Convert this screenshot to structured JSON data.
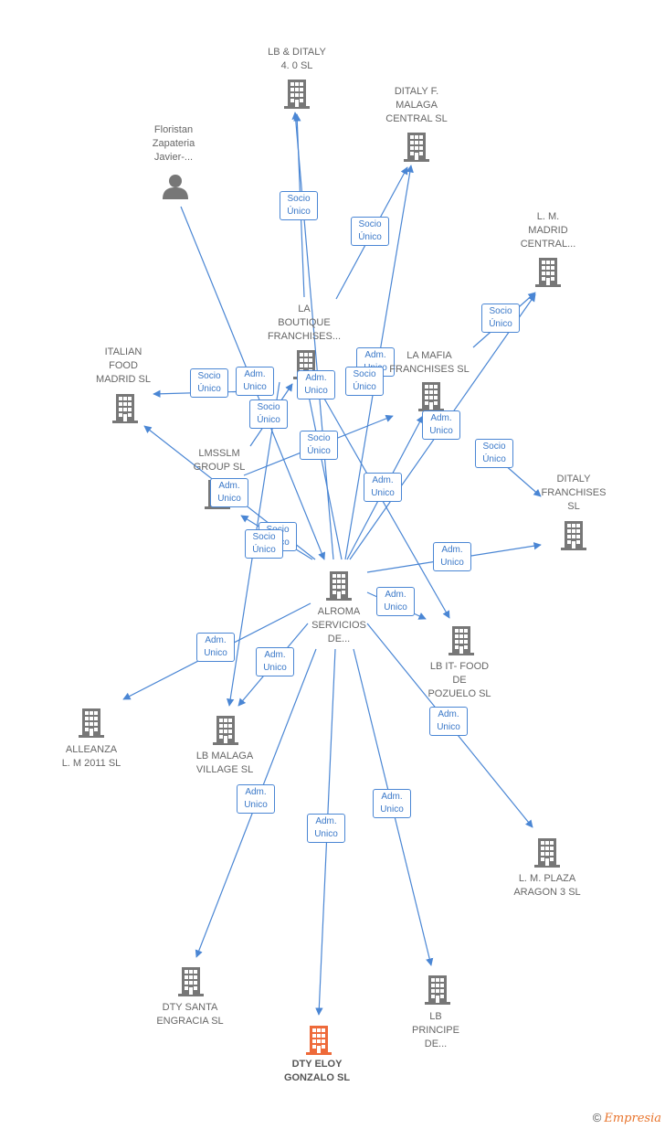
{
  "colors": {
    "edge": "#4a86d4",
    "node": "#777777",
    "highlight": "#ee6a3a"
  },
  "nodes": [
    {
      "id": "lb_ditaly",
      "label": "LB & DITALY\n4. 0  SL",
      "type": "company"
    },
    {
      "id": "ditaly_malaga",
      "label": "DITALY F.\nMALAGA\nCENTRAL  SL",
      "type": "company"
    },
    {
      "id": "floristan",
      "label": "Floristan\nZapateria\nJavier-...",
      "type": "person"
    },
    {
      "id": "lm_madrid",
      "label": "L. M.\nMADRID\nCENTRAL...",
      "type": "company"
    },
    {
      "id": "la_boutique",
      "label": "LA\nBOUTIQUE\nFRANCHISES...",
      "type": "company"
    },
    {
      "id": "italian_food",
      "label": "ITALIAN\nFOOD\nMADRID  SL",
      "type": "company"
    },
    {
      "id": "la_mafia",
      "label": "LA MAFIA\nFRANCHISES SL",
      "type": "company"
    },
    {
      "id": "lmsslm",
      "label": "LMSSLM\nGROUP  SL",
      "type": "company"
    },
    {
      "id": "ditaly_franchises",
      "label": "DITALY\nFRANCHISES\nSL",
      "type": "company"
    },
    {
      "id": "alroma",
      "label": "ALROMA\nSERVICIOS\nDE...",
      "type": "company"
    },
    {
      "id": "lb_it_food",
      "label": "LB IT- FOOD\nDE\nPOZUELO  SL",
      "type": "company"
    },
    {
      "id": "alleanza",
      "label": "ALLEANZA\nL.  M 2011 SL",
      "type": "company"
    },
    {
      "id": "lb_malaga",
      "label": "LB MALAGA\nVILLAGE  SL",
      "type": "company"
    },
    {
      "id": "lm_plaza",
      "label": "L. M. PLAZA\nARAGON 3  SL",
      "type": "company"
    },
    {
      "id": "dty_santa",
      "label": "DTY SANTA\nENGRACIA  SL",
      "type": "company"
    },
    {
      "id": "dty_eloy",
      "label": "DTY ELOY\nGONZALO  SL",
      "type": "company",
      "highlight": true
    },
    {
      "id": "lb_principe",
      "label": "LB\nPRINCIPE\nDE...",
      "type": "company"
    }
  ],
  "edges": [
    {
      "from": "alroma",
      "to": "lb_ditaly",
      "label": "Adm.\nUnico"
    },
    {
      "from": "la_boutique",
      "to": "lb_ditaly",
      "label": "Socio\nÚnico"
    },
    {
      "from": "la_boutique",
      "to": "ditaly_malaga",
      "label": "Socio\nÚnico"
    },
    {
      "from": "alroma",
      "to": "ditaly_malaga",
      "label": "Adm.\nUnico"
    },
    {
      "from": "floristan",
      "to": "alroma",
      "label": "Adm.\nUnico"
    },
    {
      "from": "la_mafia",
      "to": "lm_madrid",
      "label": "Socio\nÚnico"
    },
    {
      "from": "alroma",
      "to": "lm_madrid",
      "label": "Adm.\nUnico"
    },
    {
      "from": "la_boutique",
      "to": "italian_food",
      "label": "Socio\nÚnico"
    },
    {
      "from": "alroma",
      "to": "la_boutique",
      "label": "Adm.\nUnico"
    },
    {
      "from": "lmsslm",
      "to": "la_boutique",
      "label": "Socio\nÚnico"
    },
    {
      "from": "la_mafia",
      "to": "ditaly_franchises",
      "label": "Socio\nÚnico"
    },
    {
      "from": "alroma",
      "to": "ditaly_franchises",
      "label": "Adm.\nUnico"
    },
    {
      "from": "alroma",
      "to": "la_mafia",
      "label": "Adm.\nUnico"
    },
    {
      "from": "lmsslm",
      "to": "la_mafia",
      "label": "Socio\nÚnico"
    },
    {
      "from": "alroma",
      "to": "italian_food",
      "label": "Adm.\nUnico"
    },
    {
      "from": "alroma",
      "to": "lmsslm",
      "label": "Socio\nÚnico"
    },
    {
      "from": "la_boutique",
      "to": "lb_it_food",
      "label": "Socio\nÚnico"
    },
    {
      "from": "alroma",
      "to": "lb_it_food",
      "label": "Adm.\nUnico"
    },
    {
      "from": "alroma",
      "to": "alleanza",
      "label": "Adm.\nUnico"
    },
    {
      "from": "alroma",
      "to": "lb_malaga",
      "label": "Adm.\nUnico"
    },
    {
      "from": "la_boutique",
      "to": "lb_malaga",
      "label": "Socio\nÚnico"
    },
    {
      "from": "alroma",
      "to": "lm_plaza",
      "label": "Adm.\nUnico"
    },
    {
      "from": "alroma",
      "to": "dty_santa",
      "label": "Adm.\nUnico"
    },
    {
      "from": "alroma",
      "to": "dty_eloy",
      "label": "Adm.\nUnico"
    },
    {
      "from": "alroma",
      "to": "lb_principe",
      "label": "Adm.\nUnico"
    }
  ],
  "footer": {
    "copyright": "©",
    "brand": "Empresia"
  }
}
